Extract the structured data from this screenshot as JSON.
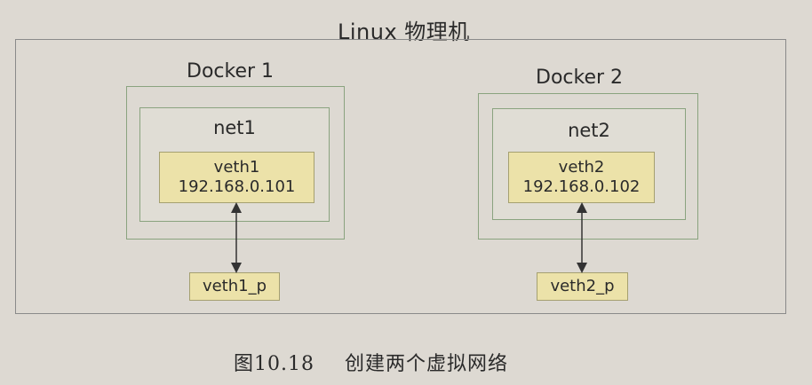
{
  "host": {
    "title": "Linux 物理机"
  },
  "containers": [
    {
      "label": "Docker 1",
      "net": "net1",
      "veth_name": "veth1",
      "veth_ip": "192.168.0.101",
      "peer": "veth1_p"
    },
    {
      "label": "Docker 2",
      "net": "net2",
      "veth_name": "veth2",
      "veth_ip": "192.168.0.102",
      "peer": "veth2_p"
    }
  ],
  "caption": {
    "number": "图10.18",
    "text": "创建两个虚拟网络"
  },
  "colors": {
    "container_border": "#8aa37f",
    "veth_fill": "#ece2a9",
    "host_border": "#8a8a8a"
  }
}
